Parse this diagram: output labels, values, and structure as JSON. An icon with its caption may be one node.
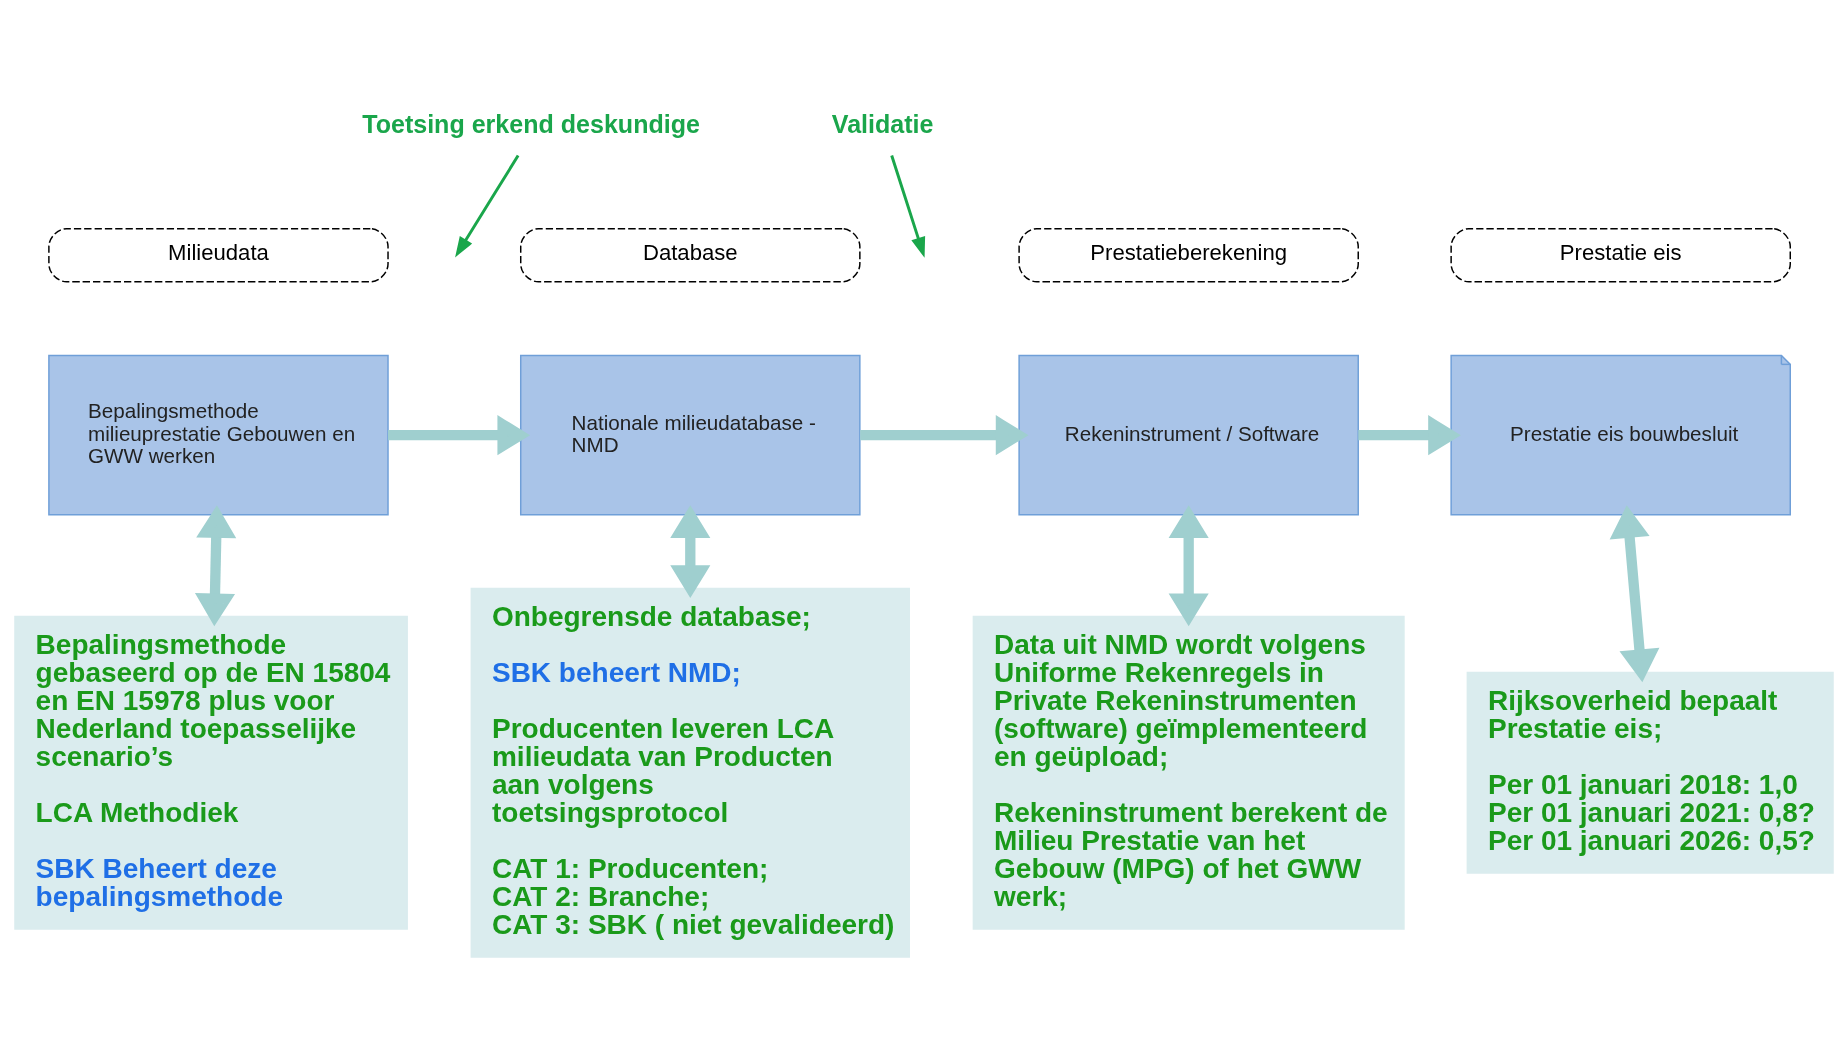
{
  "diagram": {
    "nodes": [
      {
        "text": [
          "Milieudata"
        ]
      },
      {
        "text": [
          "Bepalingsmethode milieuprestatie Gebouwen en GWW werken"
        ]
      },
      {
        "text": [
          "Database"
        ]
      },
      {
        "text": [
          "Nationale milieudatabase - NMD"
        ]
      },
      {
        "text": [
          "Prestatieberekening"
        ]
      },
      {
        "text": [
          "Rekeninstrument / Software"
        ]
      },
      {
        "text": [
          "Prestatie eis"
        ]
      },
      {
        "text": [
          "Prestatie eis bouwbesluit"
        ]
      },
      {
        "text": [
          "Bepalingsmethode gebaseerd op de EN 15804 en EN 15978 plus voor Nederland toepasselijke scenario’s",
          "LCA Methodiek",
          "SBK Beheert deze bepalingsmethode"
        ]
      },
      {
        "text": [
          "Onbegrensde database;",
          "SBK beheert NMD;",
          "Producenten leveren LCA milieudata van Producten aan volgens toetsingsprotocol",
          "CAT 1: Producenten; CAT 2: Branche; CAT 3: SBK ( niet gevalideerd)"
        ]
      },
      {
        "text": [
          "Data uit NMD wordt volgens Uniforme Rekenregels in Private Rekeninstrumenten (software) geïmplementeerd en geüpload;",
          "Rekeninstrument berekent de Milieu Prestatie van het Gebouw (MPG) of het GWW werk;"
        ]
      },
      {
        "text": [
          "Rijksoverheid bepaalt Prestatie eis;",
          "Per 01 januari 2018: 1,0 Per 01 januari 2021: 0,8? Per 01 januari 2026: 0,5?"
        ]
      },
      {
        "text": [
          "Toetsing erkend deskundige"
        ]
      },
      {
        "text": [
          "Validatie"
        ]
      }
    ],
    "edges": [
      {
        "from": 1,
        "to": 3,
        "arrow": "to"
      },
      {
        "from": 3,
        "to": 5,
        "arrow": "to"
      },
      {
        "from": 5,
        "to": 7,
        "arrow": "to"
      },
      {
        "from": 1,
        "to": 8,
        "arrow": "both"
      },
      {
        "from": 3,
        "to": 9,
        "arrow": "both"
      },
      {
        "from": 5,
        "to": 10,
        "arrow": "both"
      },
      {
        "from": 7,
        "to": 11,
        "arrow": "both"
      },
      {
        "from": 12,
        "to": null,
        "arrow": "to",
        "color": "#1aa64b"
      },
      {
        "from": 13,
        "to": null,
        "arrow": "to",
        "color": "#1aa64b"
      }
    ]
  }
}
